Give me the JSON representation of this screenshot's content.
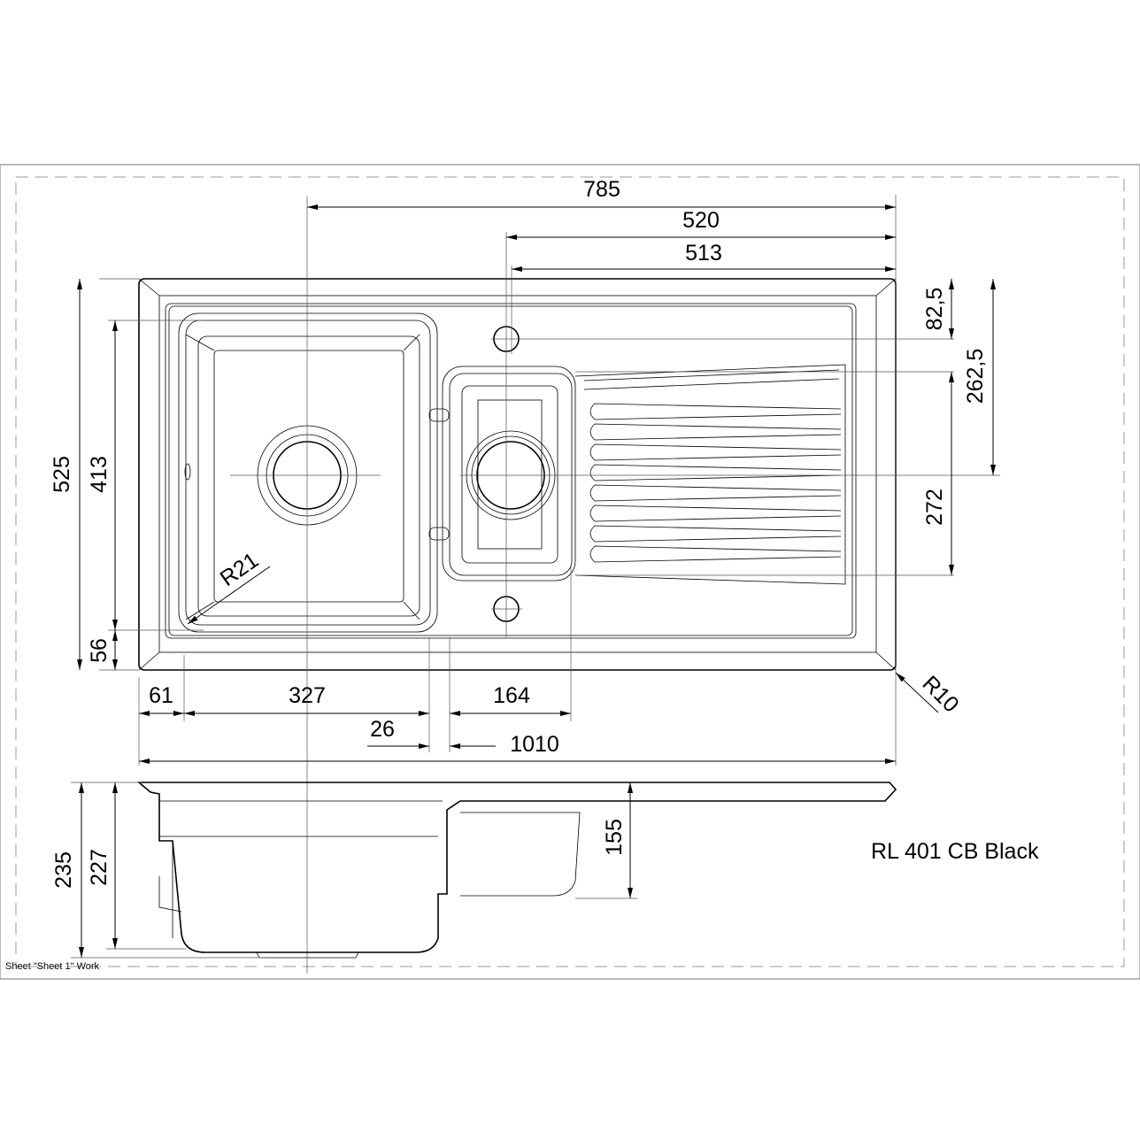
{
  "model_label": "RL 401 CB Black",
  "sheet_label": "Sheet \"Sheet 1\" Work",
  "dimensions": {
    "width_785": "785",
    "width_520": "520",
    "width_513": "513",
    "height_525": "525",
    "height_413": "413",
    "height_56": "56",
    "right_82_5": "82,5",
    "right_262_5": "262,5",
    "right_272": "272",
    "bottom_61": "61",
    "bottom_327": "327",
    "bottom_26": "26",
    "bottom_164": "164",
    "total_1010": "1010",
    "radius_r21": "R21",
    "radius_r10": "R10",
    "depth_235": "235",
    "depth_227": "227",
    "depth_155": "155"
  }
}
